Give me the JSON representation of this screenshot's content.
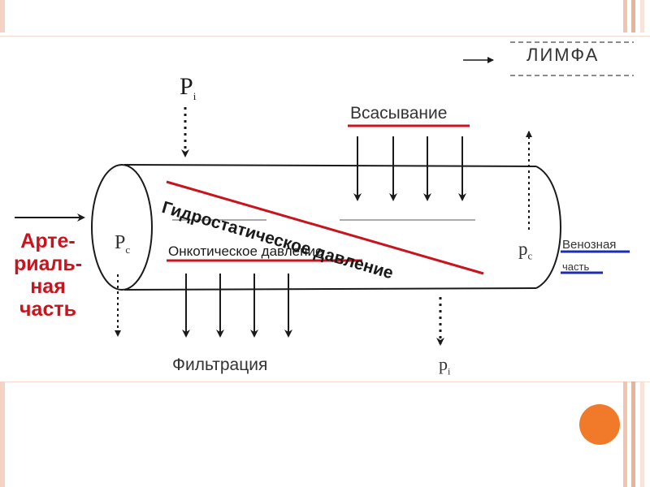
{
  "slide": {
    "stripe_colors": [
      "#f4c8b8",
      "#f0b098",
      "#f9e2d8"
    ],
    "dot_color": "#f07a2a",
    "red": "#c8141c",
    "blue": "#1c2db4"
  },
  "diagram": {
    "lymph_label": "ЛИМФА",
    "pi_top": "P",
    "pi_top_sub": "i",
    "absorption_label": "Всасывание",
    "hydrostatic_label": "Гидростатическое давление",
    "oncotic_label": "Онкотическое давление",
    "pc_left": "P",
    "pc_left_sub": "c",
    "pc_right": "p",
    "pc_right_sub": "c",
    "arterial_label": [
      "Арте-",
      "риаль-",
      "ная",
      "часть"
    ],
    "venous_label": [
      "Венозная",
      "часть"
    ],
    "filtration_label": "Фильтрация",
    "pi_bottom": "p",
    "pi_bottom_sub": "i"
  }
}
